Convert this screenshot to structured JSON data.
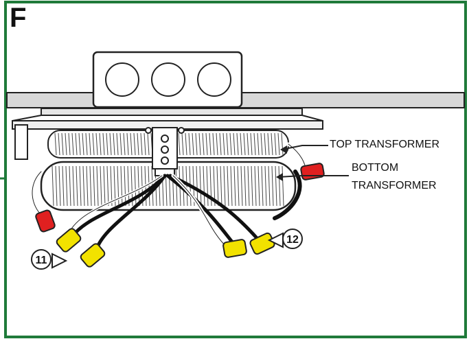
{
  "panel": {
    "letter": "F",
    "border_color": "#1f7a3a"
  },
  "labels": {
    "top_transformer": "TOP TRANSFORMER",
    "bottom_transformer_line1": "BOTTOM",
    "bottom_transformer_line2": "TRANSFORMER"
  },
  "callouts": {
    "left": "11",
    "right": "12"
  },
  "colors": {
    "wire_nut_red": "#e02020",
    "wire_nut_yellow": "#f2e200",
    "ceiling": "#d8d8d8"
  }
}
